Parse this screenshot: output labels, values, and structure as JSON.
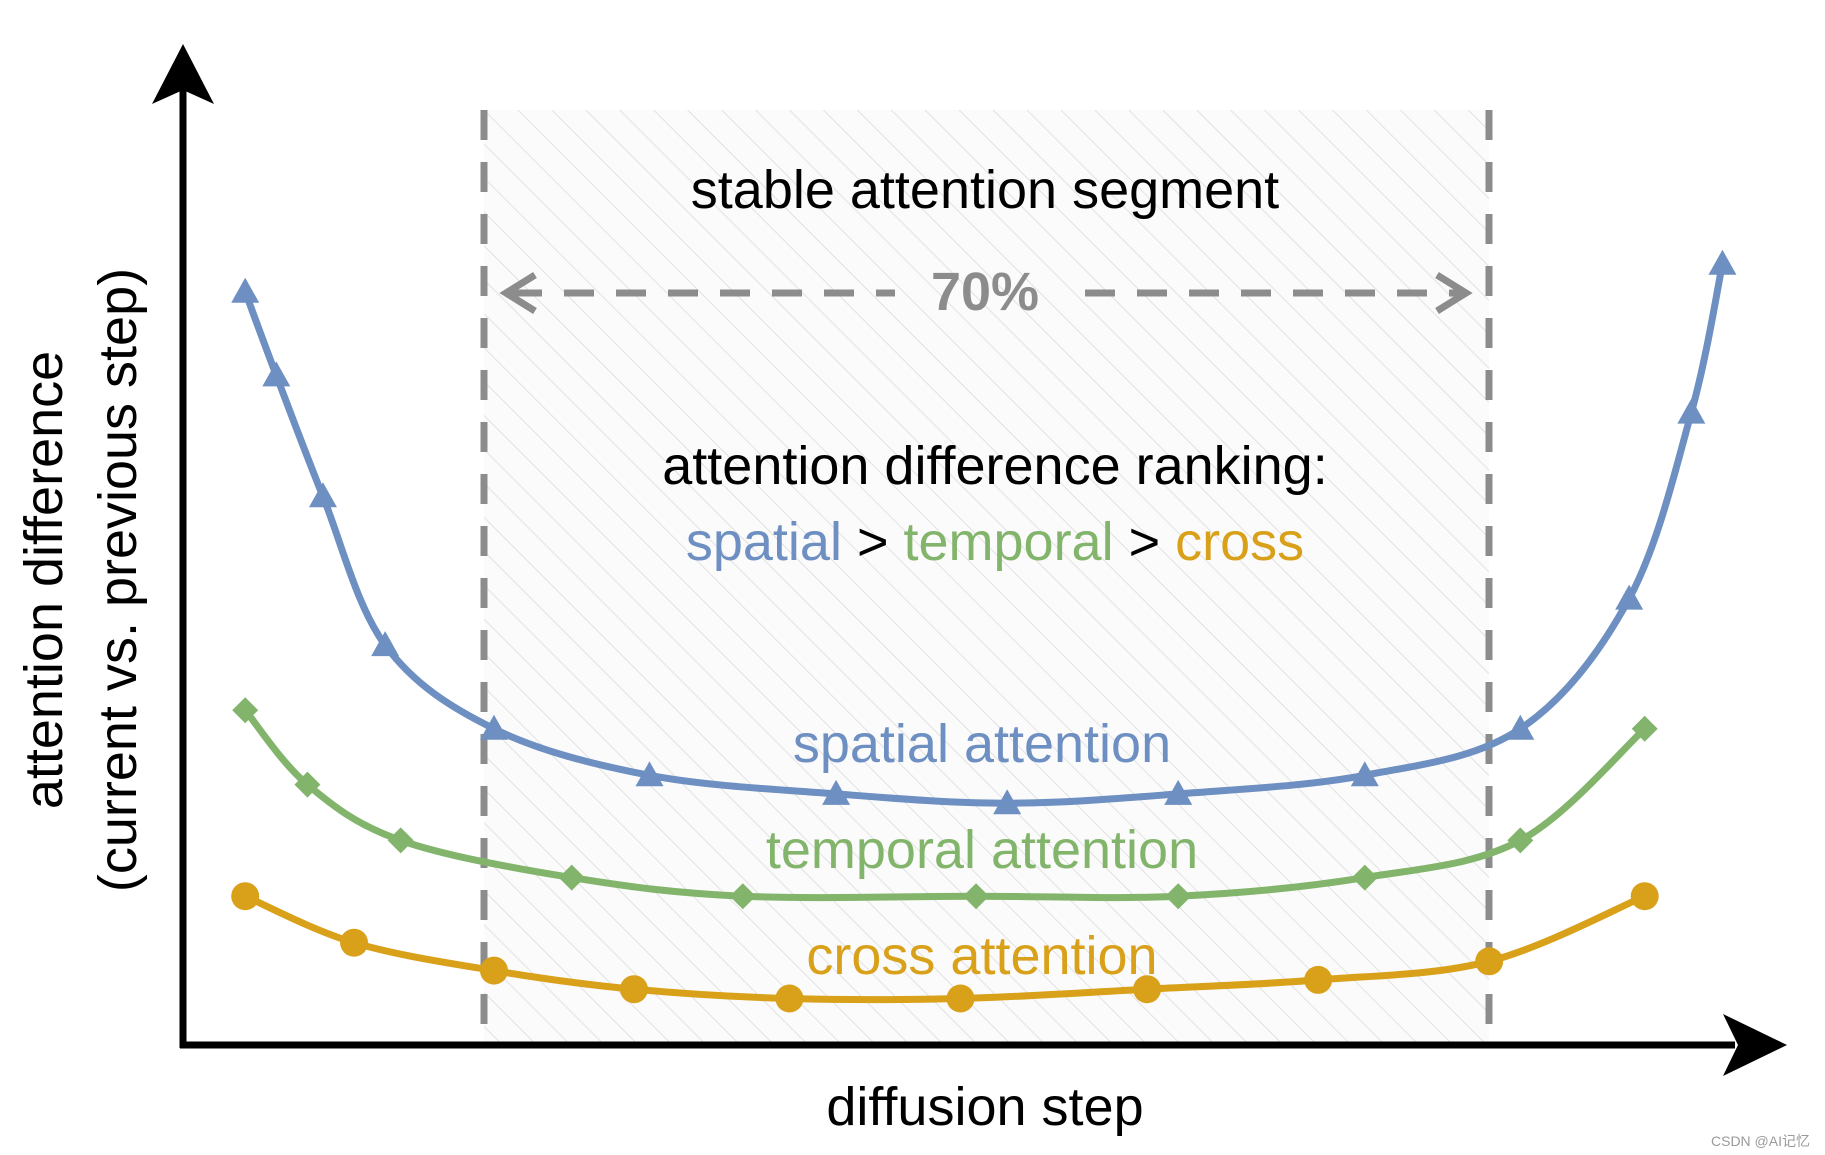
{
  "labels": {
    "x_axis": "diffusion step",
    "y_axis_line1": "attention difference",
    "y_axis_line2": "(current vs. previous step)",
    "segment_title": "stable attention segment",
    "segment_percent": "70%",
    "ranking_title": "attention difference ranking:",
    "ranking_spatial": "spatial",
    "ranking_sep1": " > ",
    "ranking_temporal": "temporal",
    "ranking_sep2": " > ",
    "ranking_cross": "cross",
    "curve_spatial": "spatial attention",
    "curve_temporal": "temporal attention",
    "curve_cross": "cross attention",
    "watermark": "CSDN @AI记忆"
  },
  "colors": {
    "spatial": "#6d8fc1",
    "temporal": "#82b56b",
    "cross": "#d9a11a",
    "segment": "#8c8c8c",
    "axis": "#000000"
  },
  "chart_data": {
    "type": "line",
    "title": "",
    "xlabel": "diffusion step",
    "ylabel": "attention difference (current vs. previous step)",
    "grid": false,
    "note_axes": "no tick labels shown",
    "stable_segment_fraction": 0.7,
    "series": [
      {
        "key": "spatial",
        "marker": "triangle",
        "label": "spatial attention",
        "markers": [
          [
            0.04,
            0.81
          ],
          [
            0.06,
            0.72
          ],
          [
            0.09,
            0.59
          ],
          [
            0.13,
            0.43
          ],
          [
            0.2,
            0.34
          ],
          [
            0.3,
            0.29
          ],
          [
            0.42,
            0.27
          ],
          [
            0.53,
            0.26
          ],
          [
            0.64,
            0.27
          ],
          [
            0.76,
            0.29
          ],
          [
            0.86,
            0.34
          ],
          [
            0.93,
            0.48
          ],
          [
            0.97,
            0.68
          ],
          [
            0.99,
            0.84
          ]
        ]
      },
      {
        "key": "temporal",
        "marker": "diamond",
        "label": "temporal attention",
        "markers": [
          [
            0.04,
            0.36
          ],
          [
            0.08,
            0.28
          ],
          [
            0.14,
            0.22
          ],
          [
            0.25,
            0.18
          ],
          [
            0.36,
            0.16
          ],
          [
            0.51,
            0.16
          ],
          [
            0.64,
            0.16
          ],
          [
            0.76,
            0.18
          ],
          [
            0.86,
            0.22
          ],
          [
            0.94,
            0.34
          ]
        ]
      },
      {
        "key": "cross",
        "marker": "circle",
        "label": "cross attention",
        "markers": [
          [
            0.04,
            0.16
          ],
          [
            0.11,
            0.11
          ],
          [
            0.2,
            0.08
          ],
          [
            0.29,
            0.06
          ],
          [
            0.39,
            0.05
          ],
          [
            0.5,
            0.05
          ],
          [
            0.62,
            0.06
          ],
          [
            0.73,
            0.07
          ],
          [
            0.84,
            0.09
          ],
          [
            0.94,
            0.16
          ]
        ]
      }
    ]
  }
}
